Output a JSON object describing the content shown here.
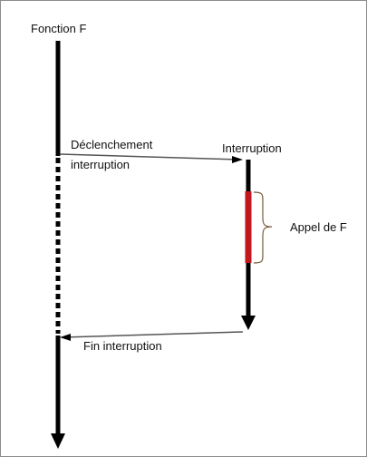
{
  "labels": {
    "function_name": "Fonction F",
    "trigger_line1": "Déclenchement",
    "trigger_line2": "interruption",
    "interruption": "Interruption",
    "call": "Appel de F",
    "end": "Fin interruption"
  },
  "colors": {
    "line": "#000000",
    "highlight": "#c0181c",
    "brace": "#7a5a3a",
    "arrow_line": "#8a8a8a"
  }
}
